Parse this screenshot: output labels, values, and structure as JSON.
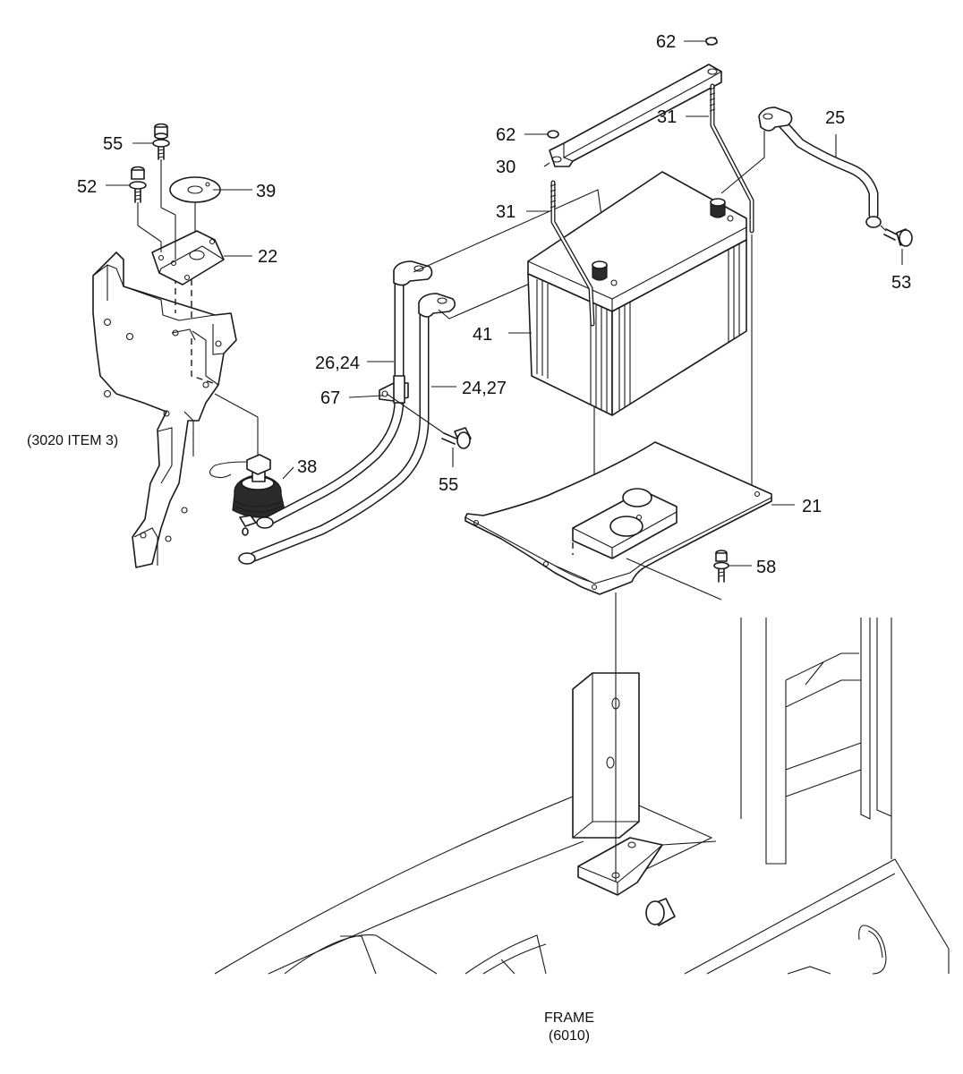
{
  "parts": {
    "p62_top": "62",
    "p31_right": "31",
    "p25": "25",
    "p62_left": "62",
    "p30": "30",
    "p31_left": "31",
    "p55_top": "55",
    "p52": "52",
    "p39": "39",
    "p22": "22",
    "p53": "53",
    "p41": "41",
    "p26_24": "26,24",
    "p67": "67",
    "p24_27": "24,27",
    "p38": "38",
    "p55_mid": "55",
    "p21": "21",
    "p58": "58"
  },
  "reference": "(3020 ITEM 3)",
  "footer": {
    "line1": "FRAME",
    "line2": "(6010)"
  }
}
